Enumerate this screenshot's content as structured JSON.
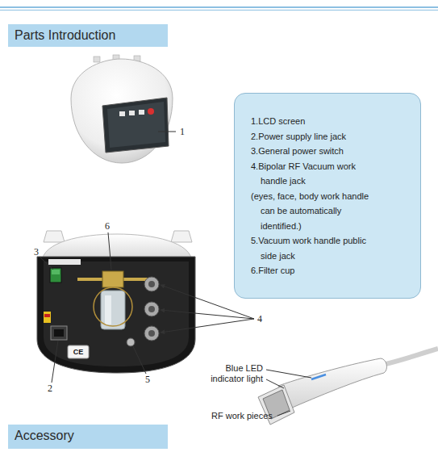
{
  "diagram": {
    "nodes": [
      {
        "text": [
          "Parts Introduction"
        ]
      },
      {
        "text": [
          "1.LCD screen",
          "2.Power supply line jack",
          "3.General power switch",
          "4.Bipolar RF Vacuum work handle jack",
          "(eyes, face, body work handle can be automatically identified.)",
          "5.Vacuum work handle public side jack",
          "6.Filter cup"
        ]
      },
      {
        "text": [
          "Accessory"
        ]
      }
    ],
    "labels": [
      "1",
      "3",
      "6",
      "4",
      "2",
      "5",
      "CE",
      "Blue LED indicator light",
      "RF work pieces"
    ]
  }
}
